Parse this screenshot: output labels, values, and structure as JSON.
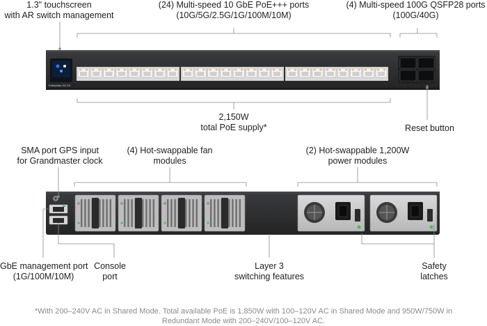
{
  "front": {
    "touchscreen": {
      "line1": "1.3\" touchscreen",
      "line2": "with AR switch management"
    },
    "ethernet_ports": {
      "line1": "(24) Multi-speed 10 GbE PoE+++ ports",
      "line2": "(10G/5G/2.5G/1G/100M/10M)"
    },
    "sfp_ports": {
      "line1": "(4) Multi-speed 100G QSFP28 ports",
      "line2": "(100G/40G)"
    },
    "poe_supply": {
      "line1": "2,150W",
      "line2": "total PoE supply*"
    },
    "reset": {
      "label": "Reset button"
    },
    "device_name": "Enterprise XG 24"
  },
  "rear": {
    "sma": {
      "line1": "SMA port GPS input",
      "line2": "for Grandmaster clock"
    },
    "fans": {
      "line1": "(4) Hot-swappable fan",
      "line2": "modules"
    },
    "power": {
      "line1": "(2) Hot-swappable 1,200W",
      "line2": "power modules"
    },
    "mgmt": {
      "line1": "GbE management port",
      "line2": "(1G/100M/10M)"
    },
    "console": {
      "line1": "Console",
      "line2": "port"
    },
    "layer3": {
      "line1": "Layer 3",
      "line2": "switching features"
    },
    "latches": {
      "line1": "Safety",
      "line2": "latches"
    }
  },
  "footnote": {
    "line1": "*With 200–240V AC in Shared Mode. Total available PoE is 1,850W with 100–120V AC in Shared Mode and 950W/750W in",
    "line2": "Redundant Mode with 200–240V/100–120V AC."
  },
  "colors": {
    "chassis": "#2e2f31",
    "port_face": "#f2f2f2",
    "led_orange": "#e89a3c",
    "callout_line": "#8a8a8a",
    "power_led": "#3cc35a"
  }
}
